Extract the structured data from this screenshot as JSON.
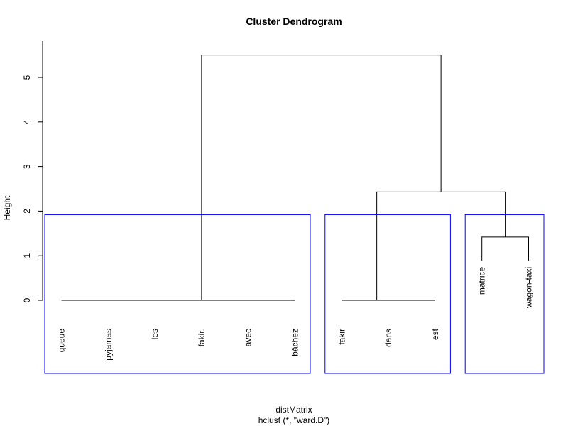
{
  "chart_data": {
    "type": "dendrogram",
    "title": "Cluster Dendrogram",
    "ylabel": "Height",
    "xlabel": "distMatrix",
    "sublabel": "hclust (*, \"ward.D\")",
    "ylim": [
      0,
      5.5
    ],
    "yticks": [
      "0",
      "1",
      "2",
      "3",
      "4",
      "5"
    ],
    "leaves": [
      "queue",
      "pyjamas",
      "les",
      "fakir.",
      "avec",
      "bâchez",
      "fakir",
      "dans",
      "est",
      "matrice",
      "wagon-taxi"
    ],
    "merges": [
      {
        "name": "merge-queue-pyjamas",
        "left": "leaf:0",
        "right": "leaf:1",
        "height": 0
      },
      {
        "name": "merge-les-fakir.",
        "left": "leaf:2",
        "right": "leaf:3",
        "height": 0
      },
      {
        "name": "merge-avec-bachez",
        "left": "leaf:4",
        "right": "leaf:5",
        "height": 0
      },
      {
        "name": "merge-pair-pair-1",
        "left": "merge:0",
        "right": "merge:1",
        "height": 0
      },
      {
        "name": "merge-cluster1",
        "left": "merge:3",
        "right": "merge:2",
        "height": 0
      },
      {
        "name": "merge-dans-est",
        "left": "leaf:7",
        "right": "leaf:8",
        "height": 0
      },
      {
        "name": "merge-cluster2",
        "left": "leaf:6",
        "right": "merge:5",
        "height": 0
      },
      {
        "name": "merge-matrice-wagon-taxi",
        "left": "leaf:9",
        "right": "leaf:10",
        "height": 1.42
      },
      {
        "name": "merge-cluster2-cluster3",
        "left": "merge:6",
        "right": "merge:7",
        "height": 2.43
      },
      {
        "name": "merge-root",
        "left": "merge:4",
        "right": "merge:8",
        "height": 5.5
      }
    ],
    "clusters": [
      {
        "from": 0,
        "to": 5
      },
      {
        "from": 6,
        "to": 8
      },
      {
        "from": 9,
        "to": 10
      }
    ],
    "cluster_color": "#0000ff",
    "line_color": "#000000"
  }
}
